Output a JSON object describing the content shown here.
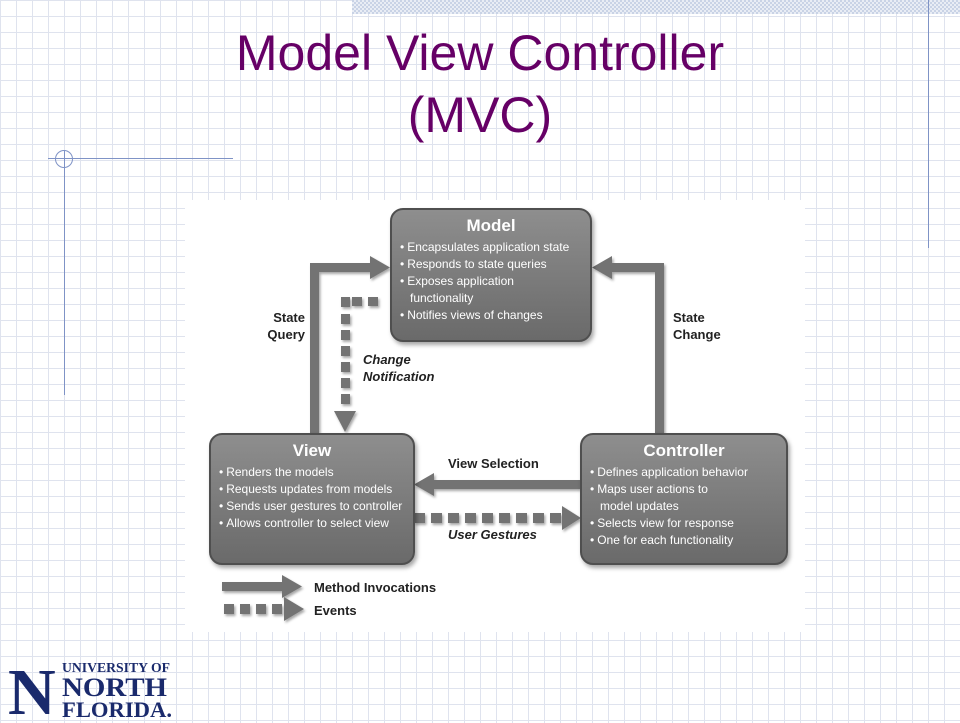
{
  "title": {
    "line1": "Model View Controller",
    "line2": "(MVC)"
  },
  "colors": {
    "title": "#660066",
    "box": "#7a7a7a",
    "arrow": "#6f6f6f",
    "logo": "#1a2a6c"
  },
  "model": {
    "title": "Model",
    "items": [
      "Encapsulates application state",
      "Responds to state queries",
      "Exposes application",
      "functionality",
      "Notifies views of changes"
    ]
  },
  "view": {
    "title": "View",
    "items": [
      "Renders the models",
      "Requests updates from models",
      "Sends user gestures to controller",
      "Allows controller to select view"
    ]
  },
  "controller": {
    "title": "Controller",
    "items": [
      "Defines application behavior",
      "Maps user actions to",
      "model updates",
      "Selects view for response",
      "One for each functionality"
    ]
  },
  "labels": {
    "state_query": [
      "State",
      "Query"
    ],
    "state_change": [
      "State",
      "Change"
    ],
    "change_notification": [
      "Change",
      "Notification"
    ],
    "view_selection": "View Selection",
    "user_gestures": "User Gestures"
  },
  "legend": {
    "method": "Method Invocations",
    "events": "Events"
  },
  "logo": {
    "line1": "UNIVERSITY OF",
    "line2": "NORTH",
    "line3": "FLORIDA."
  }
}
